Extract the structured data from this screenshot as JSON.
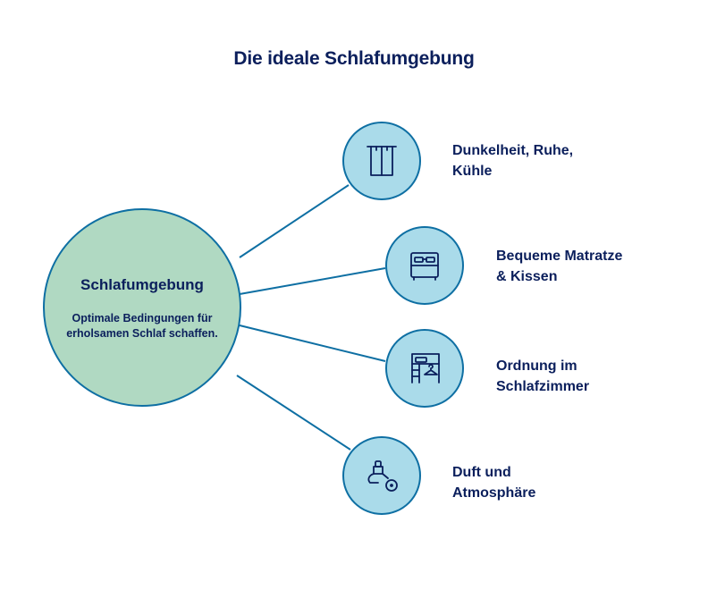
{
  "title": "Die ideale Schlafumgebung",
  "colors": {
    "text": "#0b1f5c",
    "main_fill": "#b0d9c2",
    "node_fill": "#aadbea",
    "stroke": "#0e6fa3"
  },
  "center": {
    "title": "Schlafumgebung",
    "description": "Optimale Bedingungen für erholsamen Schlaf schaffen."
  },
  "nodes": [
    {
      "icon": "curtain-icon",
      "label_line1": "Dunkelheit, Ruhe,",
      "label_line2": "Kühle"
    },
    {
      "icon": "bed-icon",
      "label_line1": "Bequeme Matratze",
      "label_line2": "& Kissen"
    },
    {
      "icon": "wardrobe-icon",
      "label_line1": "Ordnung im",
      "label_line2": "Schlafzimmer"
    },
    {
      "icon": "diffuser-flower-icon",
      "label_line1": "Duft und",
      "label_line2": "Atmosphäre"
    }
  ]
}
